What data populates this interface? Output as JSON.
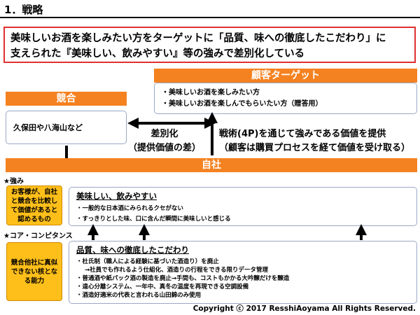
{
  "title": "1．戦略",
  "summary": {
    "line1": "美味しいお酒を楽しみたい方をターゲットに「品質、味への徹底したこだわり」に",
    "line2": "支えられた『美味しい、飲みやすい』等の強みで差別化している"
  },
  "target": {
    "header": "顧客ターゲット",
    "items": [
      "・美味しいお酒を楽しみたい方",
      "・美味しいお酒を楽しんでもらいたい方（贈答用）"
    ]
  },
  "competitor": {
    "header": "競合",
    "text": "久保田や八海山など"
  },
  "differentiation": {
    "line1": "差別化",
    "line2": "（提供価値の差）"
  },
  "strategy": {
    "line1": "戦術(4P)を通じて強みである価値を提供",
    "line2": "（顧客は購買プロセスを経て価値を受け取る）"
  },
  "company": {
    "header": "自社"
  },
  "strength": {
    "label": "★強み",
    "note": "お客様が、自社と競合を比較して価値があると認めるもの",
    "heading": "美味しい、飲みやすい",
    "items": [
      "・一般的な日本酒にみられるクセがない",
      "・すっきりとした味、口に含んだ瞬間に美味しいと感じる"
    ]
  },
  "core": {
    "label": "★コア・コンピタンス",
    "note": "競合他社に真似できない核となる能力",
    "heading": "品質、味への徹底したこだわり",
    "items": [
      "・杜氏制（職人による経験に基づいた酒造り）を廃止",
      "→社員でも作れるよう仕組化、酒造りの行程をできる限りデータ管理",
      "・普通酒や紙パック酒の製造を廃止→手間も、コストもかかる大吟醸だけを醸造",
      "・遠心分離システム、一年中、真冬の温度を再現できる空調設備",
      "・酒造好適米の代表と言われる山田錦のみ使用"
    ]
  },
  "copyright": "Copyright ⓒ 2017 ResshiAoyama All Rights Reserved.",
  "colors": {
    "accent_orange": "#f58220",
    "note_yellow": "#ffbf1a",
    "border_blue": "#9aa9c7",
    "summary_border": "#e03030"
  }
}
